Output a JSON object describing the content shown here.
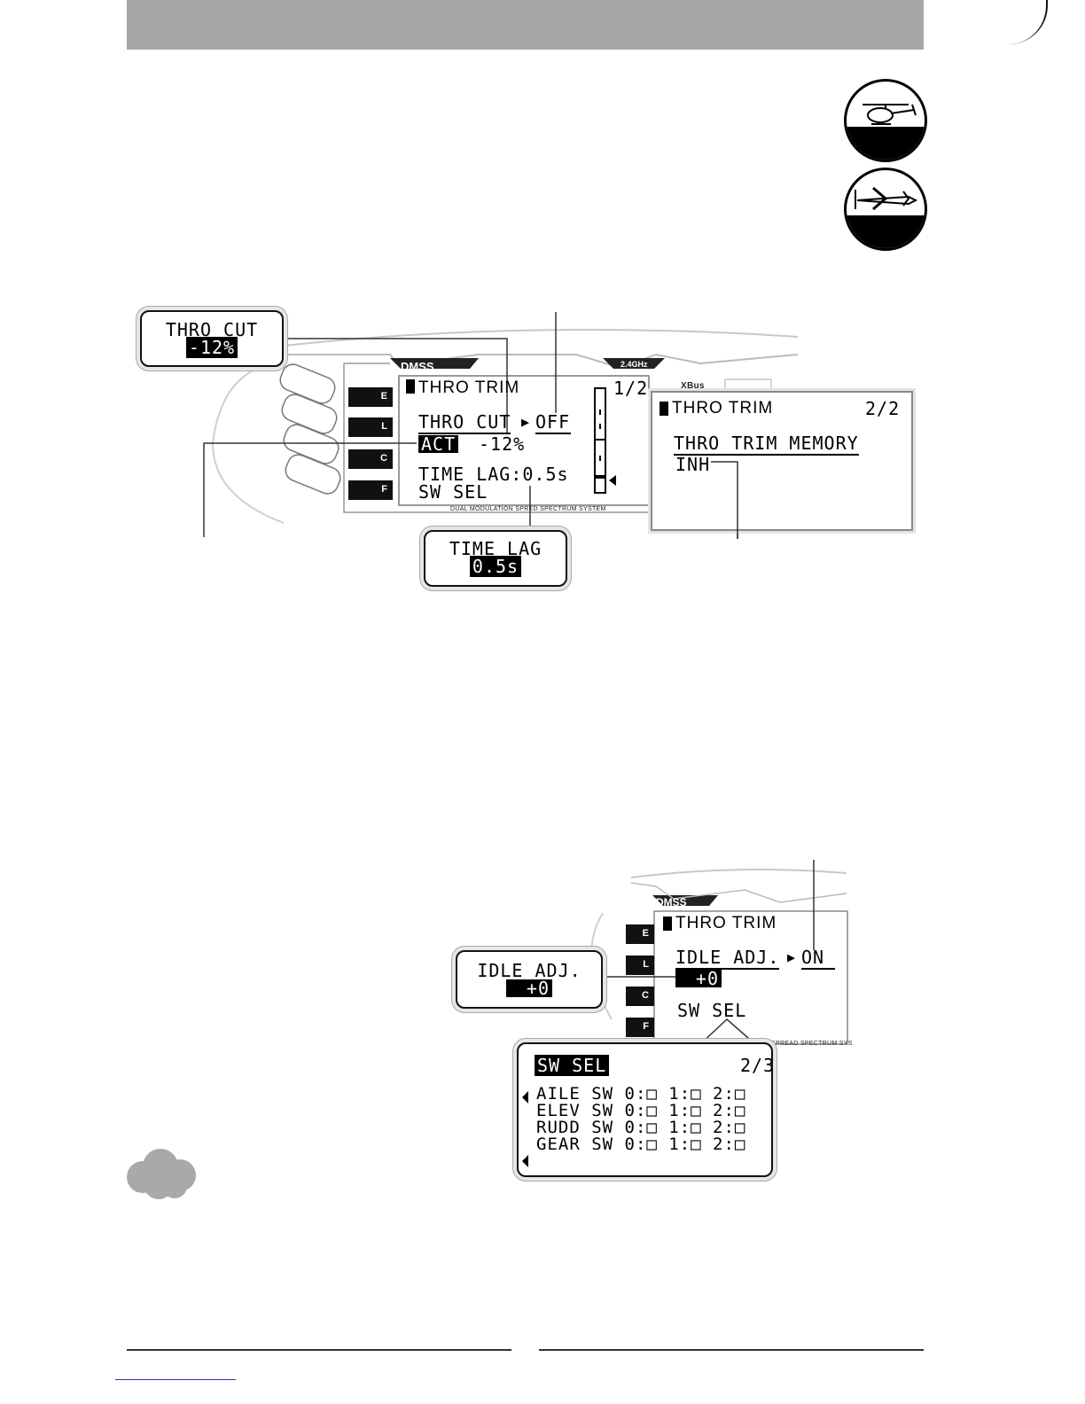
{
  "figure1": {
    "lcd_main": {
      "title": "THRO TRIM",
      "page": "1/2",
      "thro_cut_label": "THRO CUT",
      "thro_cut_arrow": "▶",
      "thro_cut_state": "OFF",
      "act_label": "ACT",
      "act_value": "-12%",
      "time_lag_line": "TIME LAG:0.5s",
      "sw_sel_label": "SW SEL",
      "bottom_label": "DUAL MODULATION SPRE",
      "bottom_label_tail": "D SPECTRUM SYSTEM",
      "logo_left": "DMSS",
      "logo_right": "2.4GHz",
      "xbus_label": "XBus"
    },
    "side_keys": [
      "E",
      "L",
      "C",
      "F"
    ],
    "callout_thro_cut": {
      "line1": "THRO CUT",
      "line2": "-12%"
    },
    "callout_time_lag": {
      "line1": "TIME LAG",
      "line2": "0.5s"
    },
    "lcd_page2": {
      "title": "THRO TRIM",
      "page": "2/2",
      "memory_label": "THRO TRIM MEMORY",
      "memory_value": "INH"
    }
  },
  "figure2": {
    "lcd_main": {
      "title": "THRO TRIM",
      "idle_label": "IDLE ADJ.",
      "idle_arrow": "▶",
      "idle_state": "ON",
      "idle_value": "+0",
      "sw_sel_label": "SW SEL",
      "bottom_label": "SPREAD SPECTRUM SYS",
      "logo_left": "DMSS"
    },
    "side_keys": [
      "E",
      "L",
      "C",
      "F"
    ],
    "callout_idle": {
      "line1": "IDLE ADJ.",
      "line2": "+0"
    },
    "sw_sel_popup": {
      "title": "SW SEL",
      "page": "2/3",
      "rows": [
        "AILE SW 0:□ 1:□ 2:□",
        "ELEV SW 0:□ 1:□ 2:□",
        "RUDD SW 0:□ 1:□ 2:□",
        "GEAR SW 0:□ 1:□ 2:□"
      ]
    }
  },
  "icons": [
    "helicopter-icon",
    "airplane-icon",
    "cloud-icon"
  ],
  "colors": {
    "header_bar": "#a6a6a6",
    "lcd_bg": "#ffffff",
    "ink": "#000000",
    "link": "#2a35c8"
  }
}
